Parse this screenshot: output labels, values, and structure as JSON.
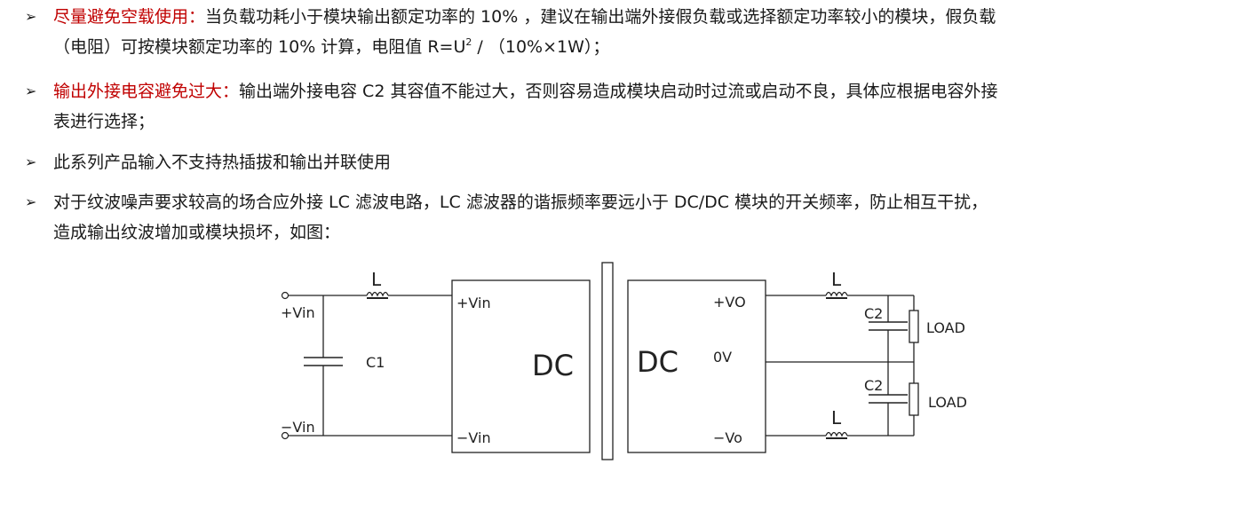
{
  "bullet_symbol": "➢",
  "items": [
    {
      "highlight": "尽量避免空载使用：",
      "line1": "当负载功耗小于模块输出额定功率的 10% ，建议在输出端外接假负载或选择额定功率较小的模块，假负载",
      "line2_a": "（电阻）可按模块额定功率的 10% 计算，电阻值 R=U",
      "line2_sup": "2",
      "line2_b": " / （10%×1W）；"
    },
    {
      "highlight": "输出外接电容避免过大：",
      "line1": "输出端外接电容 C2 其容值不能过大，否则容易造成模块启动时过流或启动不良，具体应根据电容外接",
      "line2": "表进行选择；"
    },
    {
      "line1": "此系列产品输入不支持热插拔和输出并联使用"
    },
    {
      "line1": "对于纹波噪声要求较高的场合应外接 LC 滤波电路，LC 滤波器的谐振频率要远小于 DC/DC 模块的开关频率，防止相互干扰，",
      "line2": "造成输出纹波增加或模块损坏，如图："
    }
  ],
  "diagram": {
    "inductor_label": "L",
    "vin_pos": "+Vin",
    "vin_neg": "−Vin",
    "c1": "C1",
    "module_in_pos": "+Vin",
    "module_in_neg": "−Vin",
    "dc_left": "DC",
    "dc_right": "DC",
    "out_pos": "+VO",
    "out_zero": "0V",
    "out_neg": "−Vo",
    "c2": "C2",
    "load": "LOAD"
  }
}
